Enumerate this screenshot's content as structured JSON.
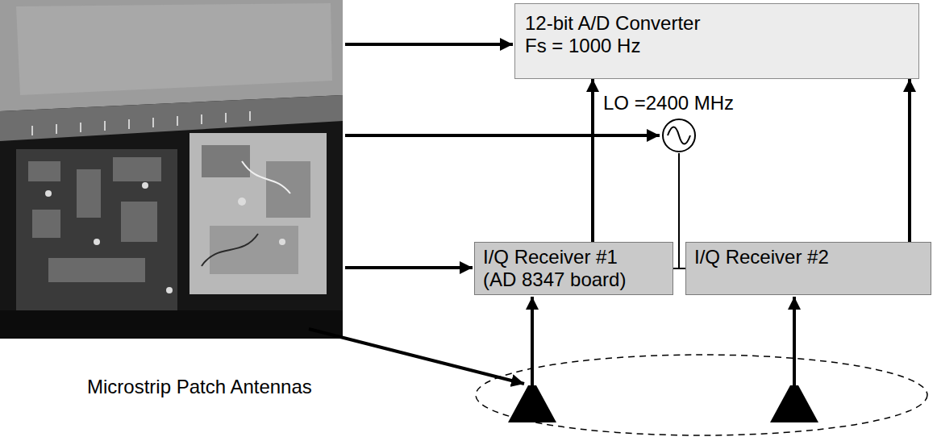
{
  "diagram": {
    "nodes": [
      {
        "text": [
          "12-bit A/D Converter",
          "Fs = 1000 Hz"
        ]
      },
      {
        "text": [
          "LO =2400 MHz"
        ]
      },
      {
        "text": [
          "I/Q Receiver #1",
          "(AD 8347 board)"
        ]
      },
      {
        "text": [
          "I/Q Receiver #2"
        ]
      }
    ],
    "edges": [
      {
        "from": 2,
        "to": 0,
        "arrow": "to"
      },
      {
        "from": 3,
        "to": 0,
        "arrow": "to"
      },
      {
        "from": 1,
        "to": 2,
        "arrow": "none"
      },
      {
        "from": 1,
        "to": 3,
        "arrow": "none"
      }
    ],
    "labels": [
      "Microstrip Patch Antennas"
    ]
  }
}
